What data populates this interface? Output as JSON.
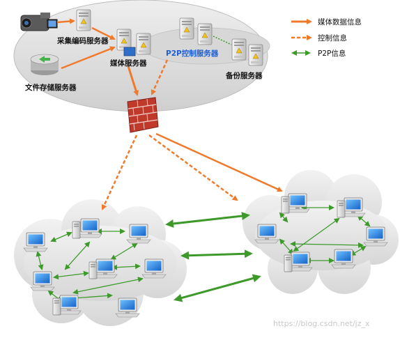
{
  "labels": {
    "encoder_server": "采集编码服务器",
    "media_server": "媒体服务器",
    "storage_server": "文件存储服务器",
    "p2p_control_server": "P2P控制服务器",
    "backup_server": "备份服务器"
  },
  "legend": [
    {
      "label": "媒体数据信息",
      "style": "solid",
      "color": "#f07a2c"
    },
    {
      "label": "控制信息",
      "style": "dashed",
      "color": "#f07a2c"
    },
    {
      "label": "P2P信息",
      "style": "solid-double",
      "color": "#3d9a2a"
    }
  ],
  "watermark": "https://blog.csdn.net/jz_x",
  "colors": {
    "media_arrow": "#f07a2c",
    "p2p_arrow": "#3d9a2a",
    "p2p_label": "#1e5fd6",
    "cloud_fill": "#e2e2e2",
    "firewall": "#c0392b"
  }
}
